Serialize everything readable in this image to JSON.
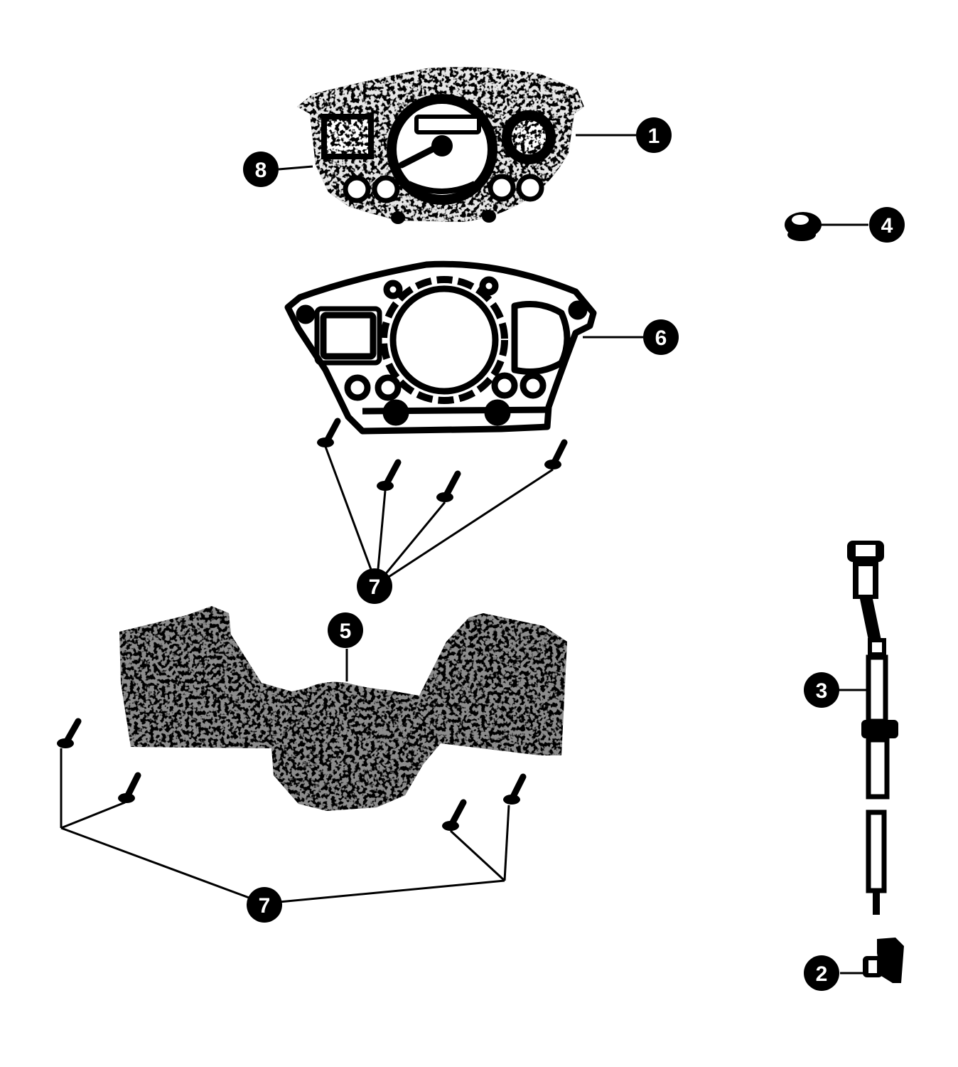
{
  "diagram": {
    "ink_color": "#000000",
    "paper_color": "#ffffff",
    "parts": [
      {
        "id": "meter-assembly",
        "callout": "1"
      },
      {
        "id": "speedometer-gear",
        "callout": "2"
      },
      {
        "id": "speedometer-cable",
        "callout": "3"
      },
      {
        "id": "grommet",
        "callout": "4"
      },
      {
        "id": "meter-housing-cover",
        "callout": "5"
      },
      {
        "id": "meter-panel-bracket",
        "callout": "6"
      },
      {
        "id": "screws-upper",
        "callout": "7"
      },
      {
        "id": "screws-lower",
        "callout": "7"
      },
      {
        "id": "indicator-window",
        "callout": "8"
      }
    ]
  }
}
